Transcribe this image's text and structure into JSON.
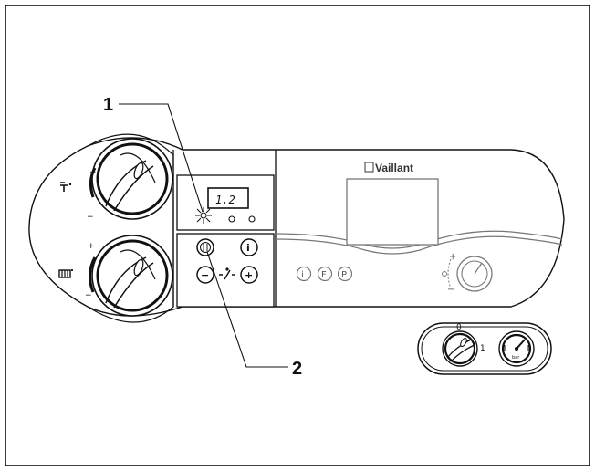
{
  "callouts": {
    "one": "1",
    "two": "2"
  },
  "brand": {
    "name": "Vaillant"
  },
  "display": {
    "value": "1.2"
  },
  "buttons": {
    "info": "i",
    "minus": "−",
    "plus": "+",
    "panel_info": "i",
    "panel_f": "F",
    "panel_p": "P"
  },
  "knob_labels": {
    "plus": "+",
    "minus": "−"
  },
  "main_switch": {
    "label": "1",
    "off_label": "0"
  },
  "gauge": {
    "unit": "bar"
  },
  "colors": {
    "line": "#111111",
    "panel": "#ffffff",
    "frame": "#000000",
    "soft": "#777777"
  }
}
